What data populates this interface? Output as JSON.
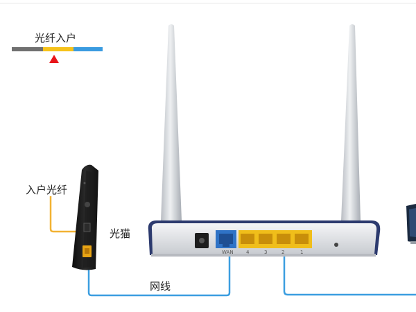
{
  "legend": {
    "title": "光纤入户",
    "colors": {
      "gray": "#707070",
      "yellow": "#f6c21a",
      "blue": "#3a9be0",
      "marker": "#e8141a"
    }
  },
  "labels": {
    "fiber_in": "入户光纤",
    "modem": "光猫",
    "network_cable": "网线"
  },
  "router": {
    "wan_label": "WAN",
    "lan_ports": [
      "4",
      "3",
      "2",
      "1"
    ]
  },
  "colors": {
    "fiber_line": "#f2b233",
    "cable_line": "#3b9ee0",
    "wan_port": "#2f73c6",
    "lan_port": "#f0be1a"
  }
}
